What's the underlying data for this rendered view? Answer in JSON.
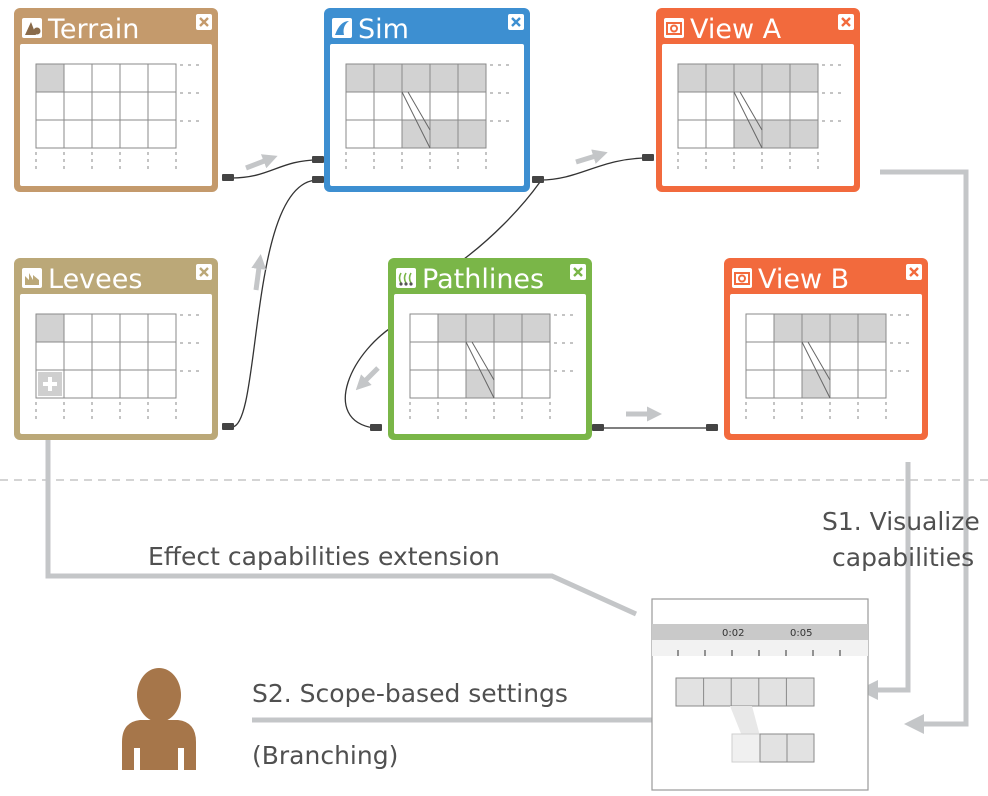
{
  "nodes": {
    "terrain": {
      "title": "Terrain",
      "color": "#c49a6c",
      "icon": "terrain-icon"
    },
    "sim": {
      "title": "Sim",
      "color": "#3d8fd1",
      "icon": "wave-icon"
    },
    "view_a": {
      "title": "View A",
      "color": "#f26a3d",
      "icon": "camera-icon"
    },
    "levees": {
      "title": "Levees",
      "color": "#bba878",
      "icon": "levee-icon"
    },
    "pathlines": {
      "title": "Pathlines",
      "color": "#7ab648",
      "icon": "pathlines-icon"
    },
    "view_b": {
      "title": "View B",
      "color": "#f26a3d",
      "icon": "camera-icon"
    }
  },
  "annotations": {
    "s1_line1": "S1. Visualize",
    "s1_line2": "capabilities",
    "effect": "Effect capabilities extension",
    "s2_line1": "S2. Scope-based settings",
    "s2_line2": "(Branching)"
  },
  "timeline": {
    "tick_1": "0:02",
    "tick_2": "0:05"
  },
  "colors": {
    "arrow_gray": "#c4c6c8",
    "cell_fill": "#d2d2d2",
    "grid_line": "#8a8a8a",
    "person": "#a6764a"
  }
}
